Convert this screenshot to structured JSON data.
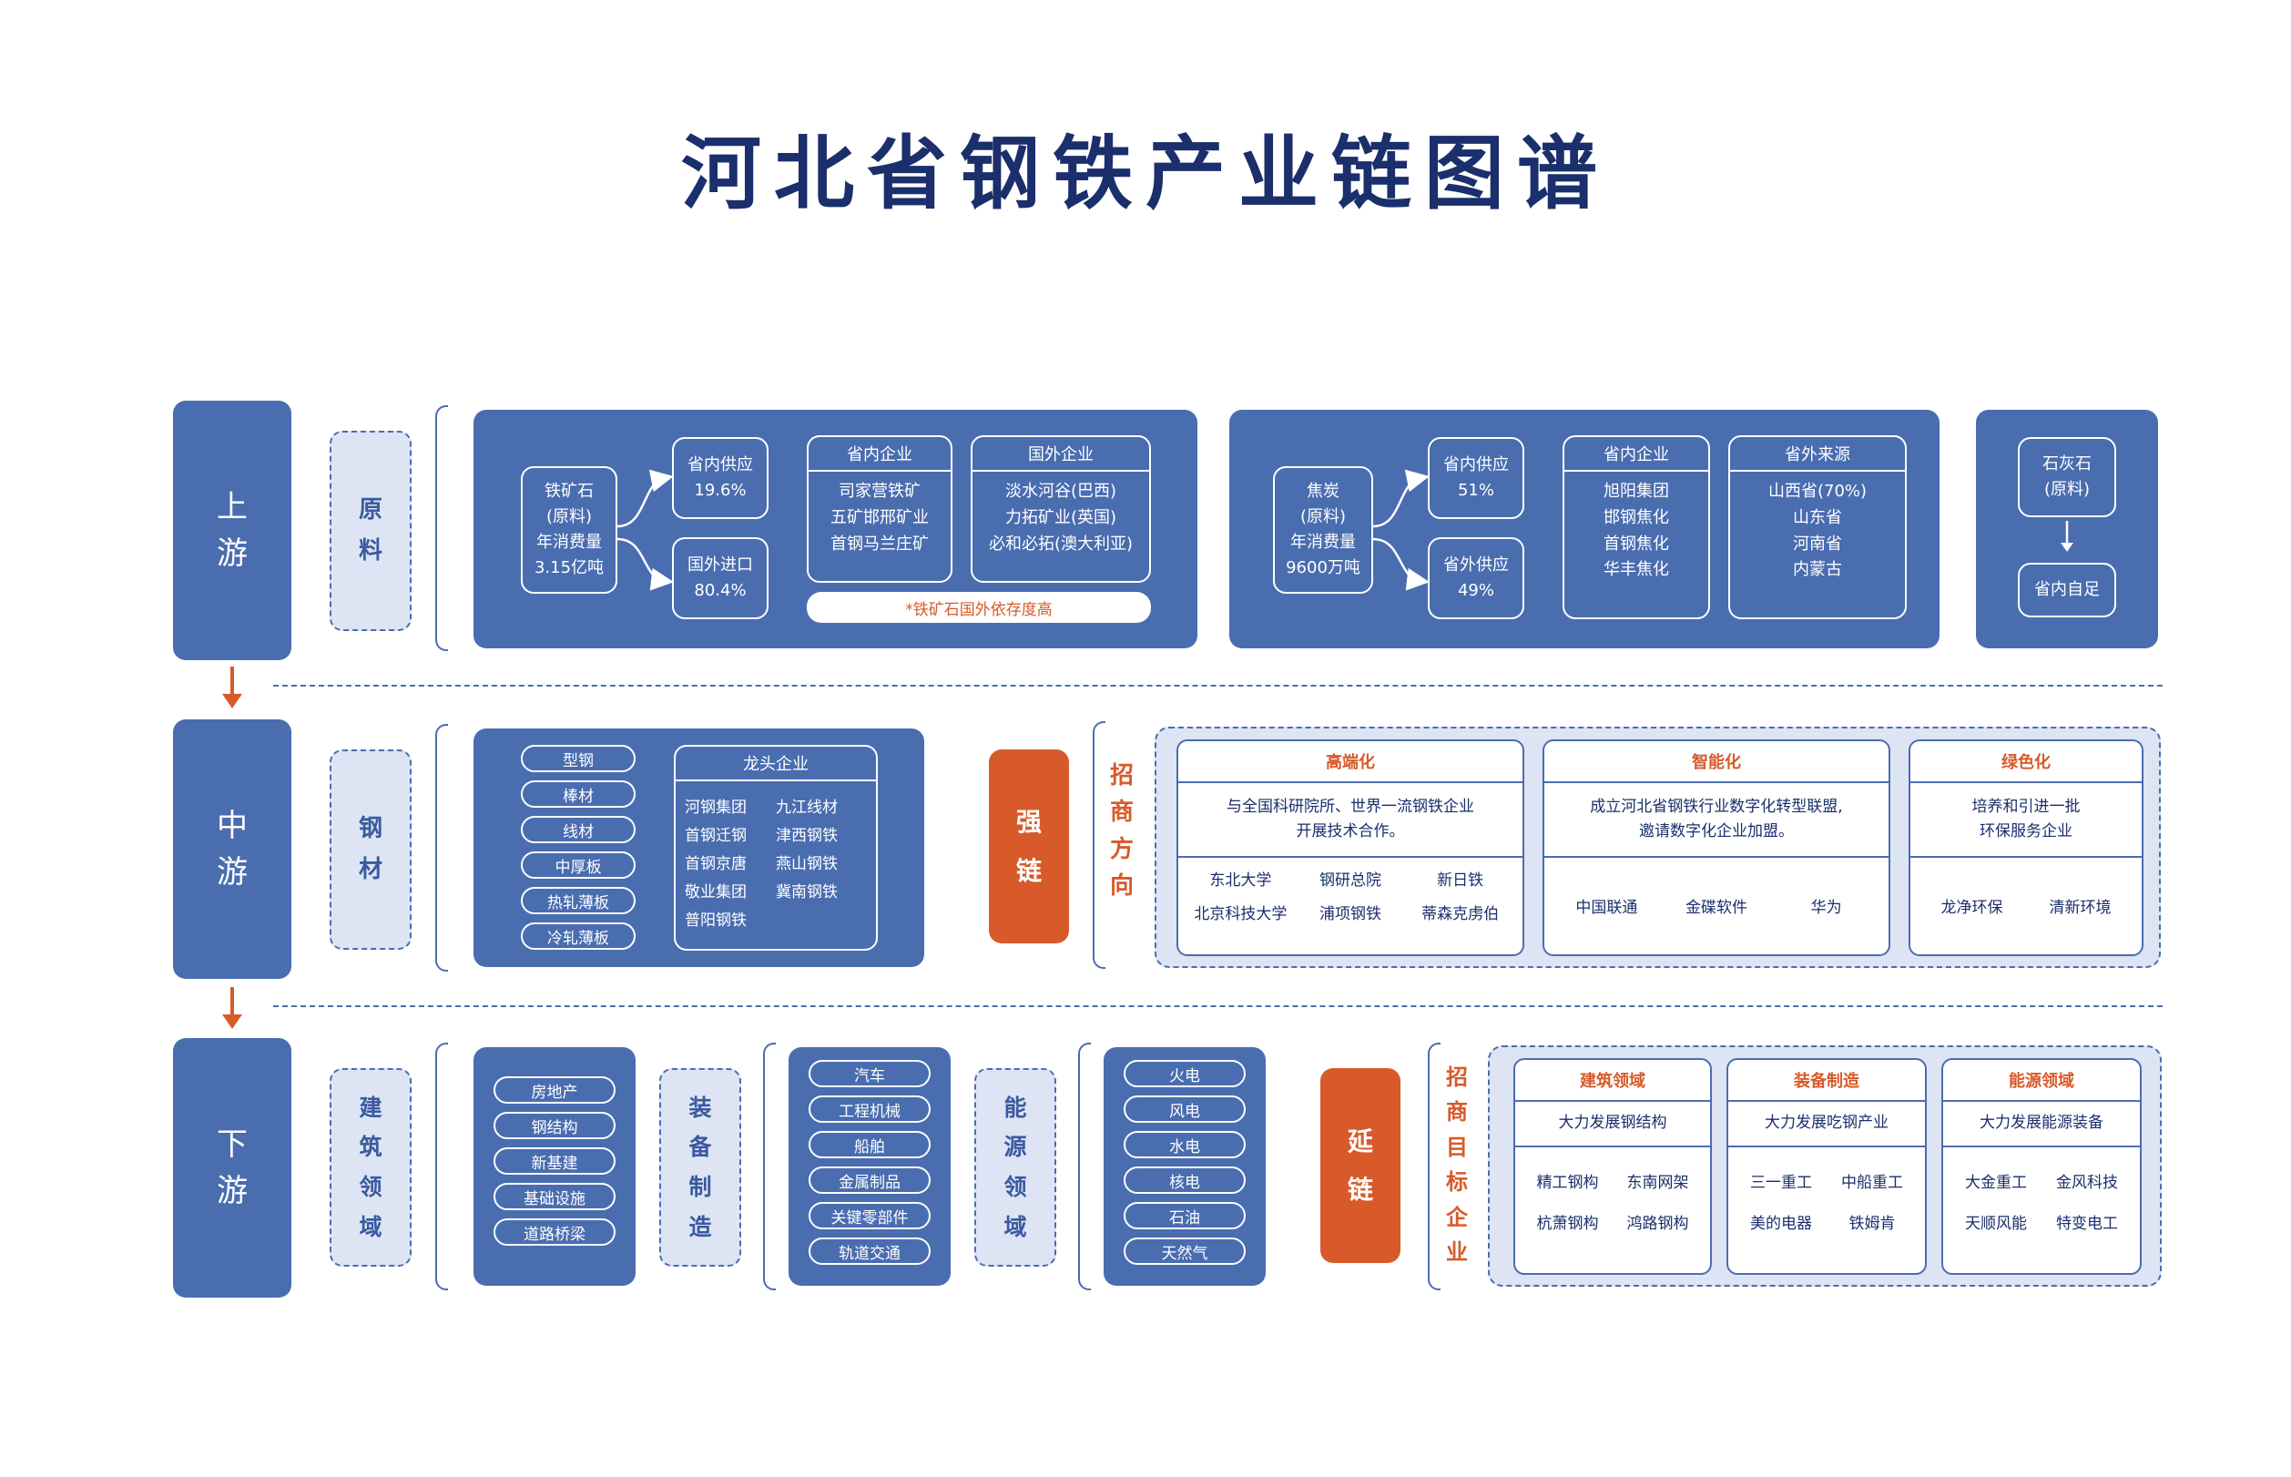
{
  "title": "河北省钢铁产业链图谱",
  "upstream": {
    "tier": [
      "上",
      "游"
    ],
    "cat": [
      "原",
      "料"
    ],
    "iron": {
      "source": [
        "铁矿石",
        "(原料)",
        "年消费量",
        "3.15亿吨"
      ],
      "domestic": [
        "省内供应",
        "19.6%"
      ],
      "import": [
        "国外进口",
        "80.4%"
      ],
      "in_ent": {
        "title": "省内企业",
        "items": [
          "司家营铁矿",
          "五矿邯邢矿业",
          "首钢马兰庄矿"
        ]
      },
      "out_ent": {
        "title": "国外企业",
        "items": [
          "淡水河谷(巴西)",
          "力拓矿业(英国)",
          "必和必拓(澳大利亚)"
        ]
      },
      "note": "*铁矿石国外依存度高"
    },
    "coke": {
      "source": [
        "焦炭",
        "(原料)",
        "年消费量",
        "9600万吨"
      ],
      "domestic": [
        "省内供应",
        "51%"
      ],
      "external": [
        "省外供应",
        "49%"
      ],
      "in_ent": {
        "title": "省内企业",
        "items": [
          "旭阳集团",
          "邯钢焦化",
          "首钢焦化",
          "华丰焦化"
        ]
      },
      "out_src": {
        "title": "省外来源",
        "items": [
          "山西省(70%)",
          "山东省",
          "河南省",
          "内蒙古"
        ]
      }
    },
    "lime": {
      "source": [
        "石灰石",
        "(原料)"
      ],
      "self": "省内自足"
    }
  },
  "midstream": {
    "tier": [
      "中",
      "游"
    ],
    "cat": [
      "钢",
      "材"
    ],
    "products": [
      "型钢",
      "棒材",
      "线材",
      "中厚板",
      "热轧薄板",
      "冷轧薄板"
    ],
    "leaders": {
      "title": "龙头企业",
      "items": [
        "河钢集团",
        "九江线材",
        "首钢迁钢",
        "津西钢铁",
        "首钢京唐",
        "燕山钢铁",
        "敬业集团",
        "冀南钢铁",
        "普阳钢铁"
      ]
    },
    "strong": [
      "强",
      "链"
    ],
    "direction": [
      "招",
      "商",
      "方",
      "向"
    ],
    "cards": [
      {
        "title": "高端化",
        "desc": [
          "与全国科研院所、世界一流钢铁企业",
          "开展技术合作。"
        ],
        "items": [
          "东北大学",
          "钢研总院",
          "新日铁",
          "北京科技大学",
          "浦项钢铁",
          "蒂森克虏伯"
        ]
      },
      {
        "title": "智能化",
        "desc": [
          "成立河北省钢铁行业数字化转型联盟,",
          "邀请数字化企业加盟。"
        ],
        "items": [
          "中国联通",
          "金碟软件",
          "华为"
        ]
      },
      {
        "title": "绿色化",
        "desc": [
          "培养和引进一批",
          "环保服务企业"
        ],
        "items": [
          "龙净环保",
          "清新环境"
        ]
      }
    ]
  },
  "downstream": {
    "tier": [
      "下",
      "游"
    ],
    "cat_build": [
      "建",
      "筑",
      "领",
      "域"
    ],
    "build": [
      "房地产",
      "钢结构",
      "新基建",
      "基础设施",
      "道路桥梁"
    ],
    "cat_equip": [
      "装",
      "备",
      "制",
      "造"
    ],
    "equip": [
      "汽车",
      "工程机械",
      "船舶",
      "金属制品",
      "关键零部件",
      "轨道交通"
    ],
    "cat_energy": [
      "能",
      "源",
      "领",
      "域"
    ],
    "energy": [
      "火电",
      "风电",
      "水电",
      "核电",
      "石油",
      "天然气"
    ],
    "extend": [
      "延",
      "链"
    ],
    "target": [
      "招",
      "商",
      "目",
      "标",
      "企",
      "业"
    ],
    "cards": [
      {
        "title": "建筑领域",
        "desc": "大力发展钢结构",
        "items": [
          "精工钢构",
          "东南网架",
          "杭萧钢构",
          "鸿路钢构"
        ]
      },
      {
        "title": "装备制造",
        "desc": "大力发展吃钢产业",
        "items": [
          "三一重工",
          "中船重工",
          "美的电器",
          "铁姆肯"
        ]
      },
      {
        "title": "能源领域",
        "desc": "大力发展能源装备",
        "items": [
          "大金重工",
          "金风科技",
          "天顺风能",
          "特变电工"
        ]
      }
    ]
  }
}
